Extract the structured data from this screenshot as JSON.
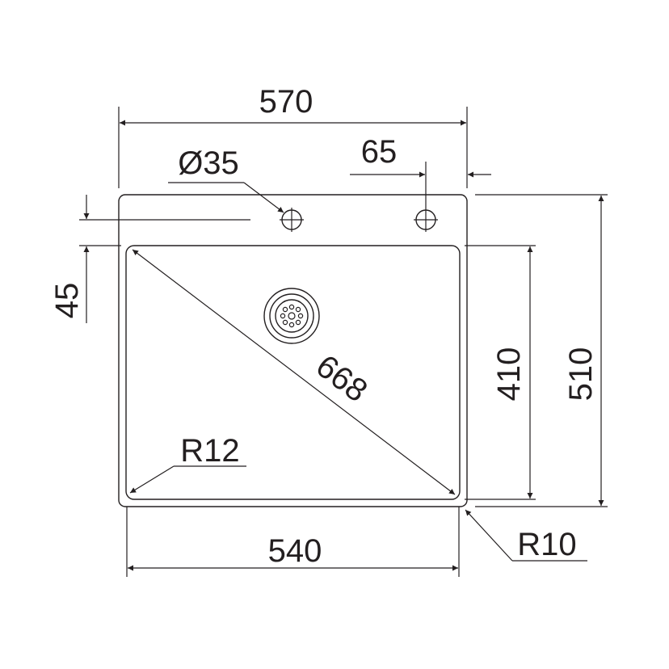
{
  "colors": {
    "line": "#231f20",
    "background": "#ffffff"
  },
  "dimensions": {
    "overall_width": "570",
    "tap_hole_diameter": "Ø35",
    "tap_hole_offset": "65",
    "deck_depth": "45",
    "bowl_diagonal": "668",
    "bowl_corner_radius": "R12",
    "bowl_width": "540",
    "bowl_depth": "410",
    "overall_depth": "510",
    "outer_corner_radius": "R10"
  }
}
